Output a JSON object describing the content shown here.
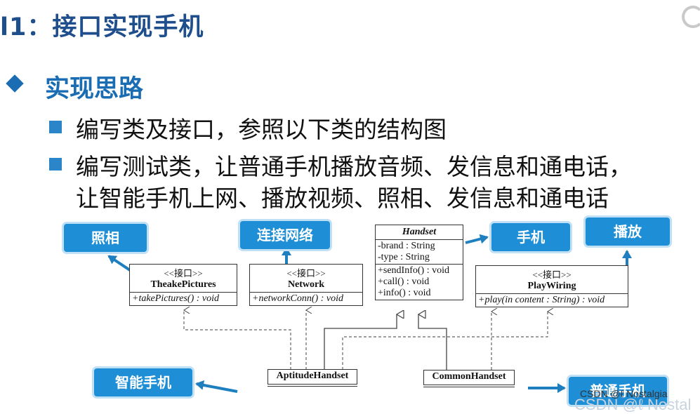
{
  "slide": {
    "title": "l1：接口实现手机",
    "section_heading": "实现思路",
    "bullets": [
      "编写类及接口，参照以下类的结构图",
      "编写测试类，让普通手机播放音频、发信息和通电话，",
      "让智能手机上网、播放视频、照相、发信息和通电话"
    ]
  },
  "diagram": {
    "stereotype": "<<接口>>",
    "classes": {
      "theake": {
        "name": "TheakePictures",
        "method": "+takePictures() : void"
      },
      "network": {
        "name": "Network",
        "method": "+networkConn() : void"
      },
      "handset": {
        "name": "Handset",
        "attrs": [
          "-brand : String",
          "-type : String"
        ],
        "methods": [
          "+sendInfo() : void",
          "+call() : void",
          "+info() : void"
        ]
      },
      "playwiring": {
        "name": "PlayWiring",
        "method": "+play(in content : String) : void"
      },
      "aptitude": {
        "name": "AptitudeHandset"
      },
      "common": {
        "name": "CommonHandset"
      }
    },
    "callouts": {
      "photo": "照相",
      "connect": "连接网络",
      "phone": "手机",
      "play": "播放",
      "smart": "智能手机",
      "normal": "普通手机"
    },
    "accent_color": "#1e8fd6"
  },
  "watermark": {
    "line1": "CSDN @ℓ Nostalgia",
    "line2": "CSDN @ℓ Nostal"
  }
}
